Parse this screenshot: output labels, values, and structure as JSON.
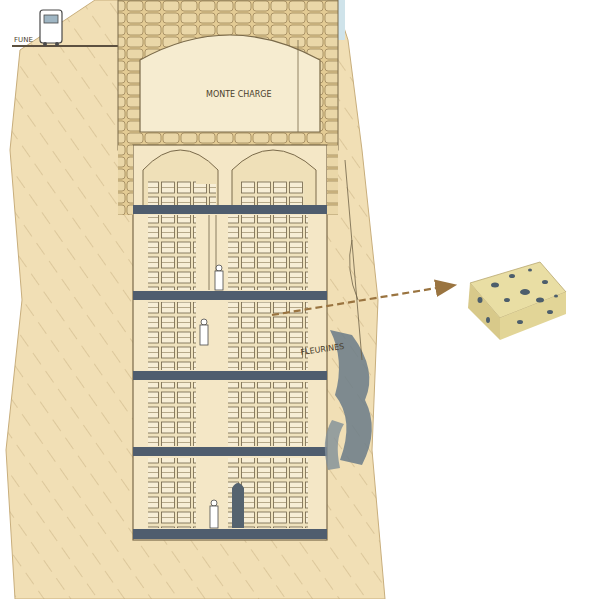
{
  "diagram": {
    "labels": [
      "FUNE",
      "MONTE CHARGE",
      "FLEURINES"
    ]
  }
}
